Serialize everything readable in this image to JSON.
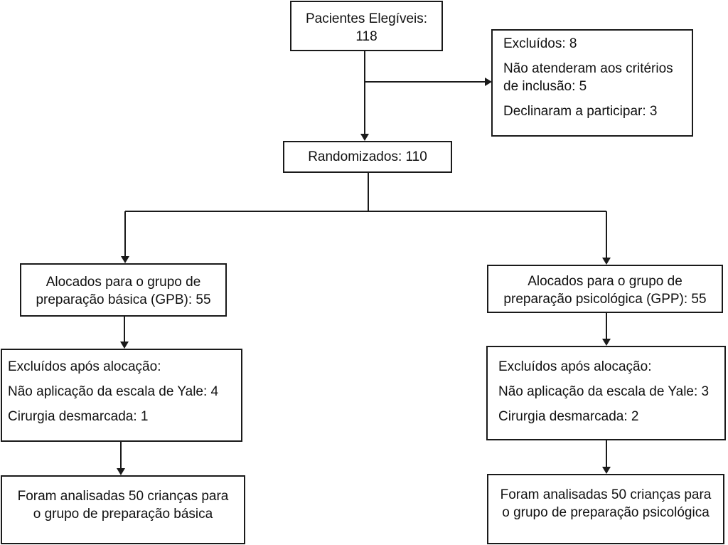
{
  "eligible": {
    "line1": "Pacientes Elegíveis:",
    "line2": "118"
  },
  "excluded": {
    "title": "Excluídos: 8",
    "criteria_line1": "Não atenderam aos critérios",
    "criteria_line2": "de inclusão: 5",
    "declined": "Declinaram a participar: 3"
  },
  "randomized": {
    "label": "Randomizados: 110"
  },
  "left": {
    "allocated_line1": "Alocados para o grupo de",
    "allocated_line2": "preparação básica (GPB): 55",
    "excluded_title": "Excluídos após alocação:",
    "excluded_yale": "Não aplicação da escala de Yale: 4",
    "excluded_surgery": "Cirurgia desmarcada: 1",
    "analyzed_line1": "Foram analisadas 50 crianças para",
    "analyzed_line2": "o grupo de preparação básica"
  },
  "right": {
    "allocated_line1": "Alocados para o grupo de",
    "allocated_line2": "preparação psicológica (GPP): 55",
    "excluded_title": "Excluídos após alocação:",
    "excluded_yale": "Não aplicação da escala de Yale: 3",
    "excluded_surgery": "Cirurgia desmarcada: 2",
    "analyzed_line1": "Foram analisadas 50 crianças para",
    "analyzed_line2": "o grupo de preparação psicológica"
  }
}
